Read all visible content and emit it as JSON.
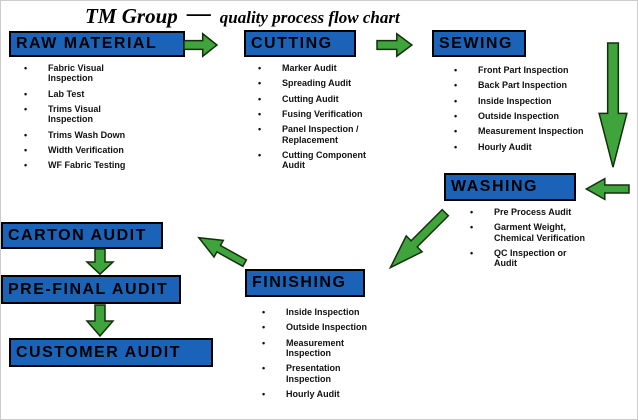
{
  "title": {
    "group": "TM  Group",
    "dash": "—",
    "subtitle": "quality process flow chart"
  },
  "stages": {
    "raw_material": {
      "label": "RAW MATERIAL",
      "items": [
        "Fabric Visual Inspection",
        "Lab Test",
        "Trims Visual Inspection",
        "Trims Wash Down",
        "Width Verification",
        "WF Fabric Testing"
      ]
    },
    "cutting": {
      "label": "CUTTING",
      "items": [
        "Marker Audit",
        "Spreading Audit",
        "Cutting Audit",
        "Fusing Verification",
        "Panel Inspection / Replacement",
        "Cutting Component Audit"
      ]
    },
    "sewing": {
      "label": "SEWING",
      "items": [
        "Front Part Inspection",
        "Back Part Inspection",
        "Inside Inspection",
        "Outside Inspection",
        "Measurement Inspection",
        "Hourly Audit"
      ]
    },
    "washing": {
      "label": "WASHING",
      "items": [
        "Pre Process Audit",
        "Garment Weight, Chemical Verification",
        "QC Inspection or Audit"
      ]
    },
    "finishing": {
      "label": "FINISHING",
      "items": [
        "Inside Inspection",
        "Outside Inspection",
        "Measurement Inspection",
        "Presentation Inspection",
        "Hourly Audit"
      ]
    },
    "carton_audit": {
      "label": "CARTON AUDIT"
    },
    "pre_final_audit": {
      "label": "PRE-FINAL AUDIT"
    },
    "customer_audit": {
      "label": "CUSTOMER AUDIT"
    }
  },
  "connections": [
    {
      "from": "RAW MATERIAL",
      "to": "CUTTING"
    },
    {
      "from": "CUTTING",
      "to": "SEWING"
    },
    {
      "from": "SEWING",
      "to": "WASHING"
    },
    {
      "from": "WASHING",
      "to": "FINISHING"
    },
    {
      "from": "FINISHING",
      "to": "CARTON AUDIT"
    },
    {
      "from": "CARTON AUDIT",
      "to": "PRE-FINAL AUDIT"
    },
    {
      "from": "PRE-FINAL AUDIT",
      "to": "CUSTOMER AUDIT"
    }
  ],
  "colors": {
    "box_fill": "#1b63b8",
    "box_border": "#000000",
    "box_text": "#000000",
    "arrow_fill": "#3fa43c",
    "arrow_outline": "#142f0c",
    "background": "#ffffff"
  }
}
